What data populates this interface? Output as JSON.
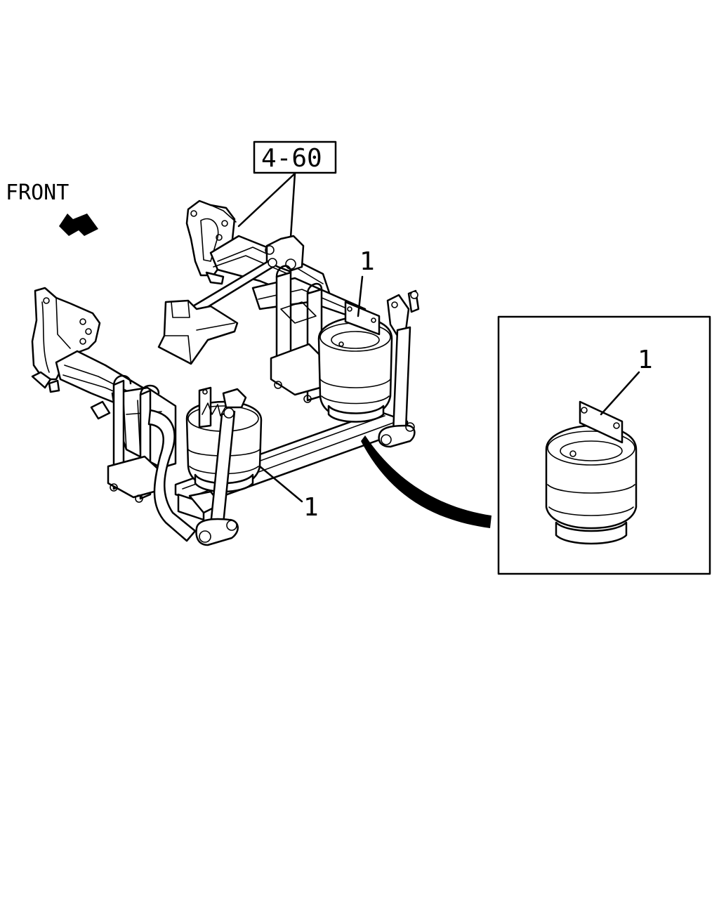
{
  "orientation": {
    "label": "FRONT",
    "icon": "arrow-up-left-icon"
  },
  "reference": {
    "code": "4-60"
  },
  "callouts": {
    "rear_bag_label": "1",
    "front_bag_label": "1",
    "detail_bag_label": "1"
  },
  "colors": {
    "ink": "#000000",
    "paper": "#ffffff"
  }
}
